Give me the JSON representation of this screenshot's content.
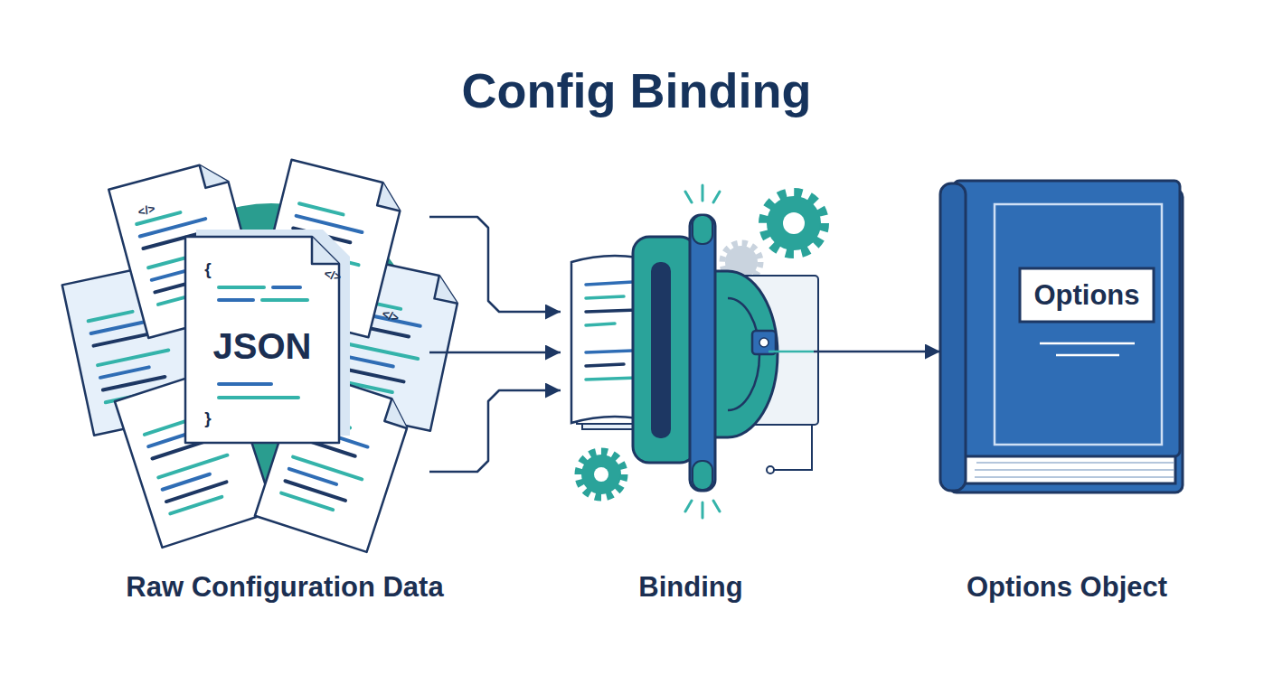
{
  "diagram": {
    "title": "Config Binding",
    "nodes": [
      {
        "text": [
          "JSON",
          "Raw Configuration Data"
        ]
      },
      {
        "text": [
          "Binding"
        ]
      },
      {
        "text": [
          "Options",
          "Options Object"
        ]
      }
    ],
    "edges": [
      {
        "from": 0,
        "to": 1,
        "arrow": "to"
      },
      {
        "from": 0,
        "to": 1,
        "arrow": "to"
      },
      {
        "from": 0,
        "to": 1,
        "arrow": "to"
      },
      {
        "from": 1,
        "to": 2,
        "arrow": "to"
      }
    ],
    "labels": [
      "{",
      "}",
      "</>",
      "</>",
      "</>"
    ]
  }
}
